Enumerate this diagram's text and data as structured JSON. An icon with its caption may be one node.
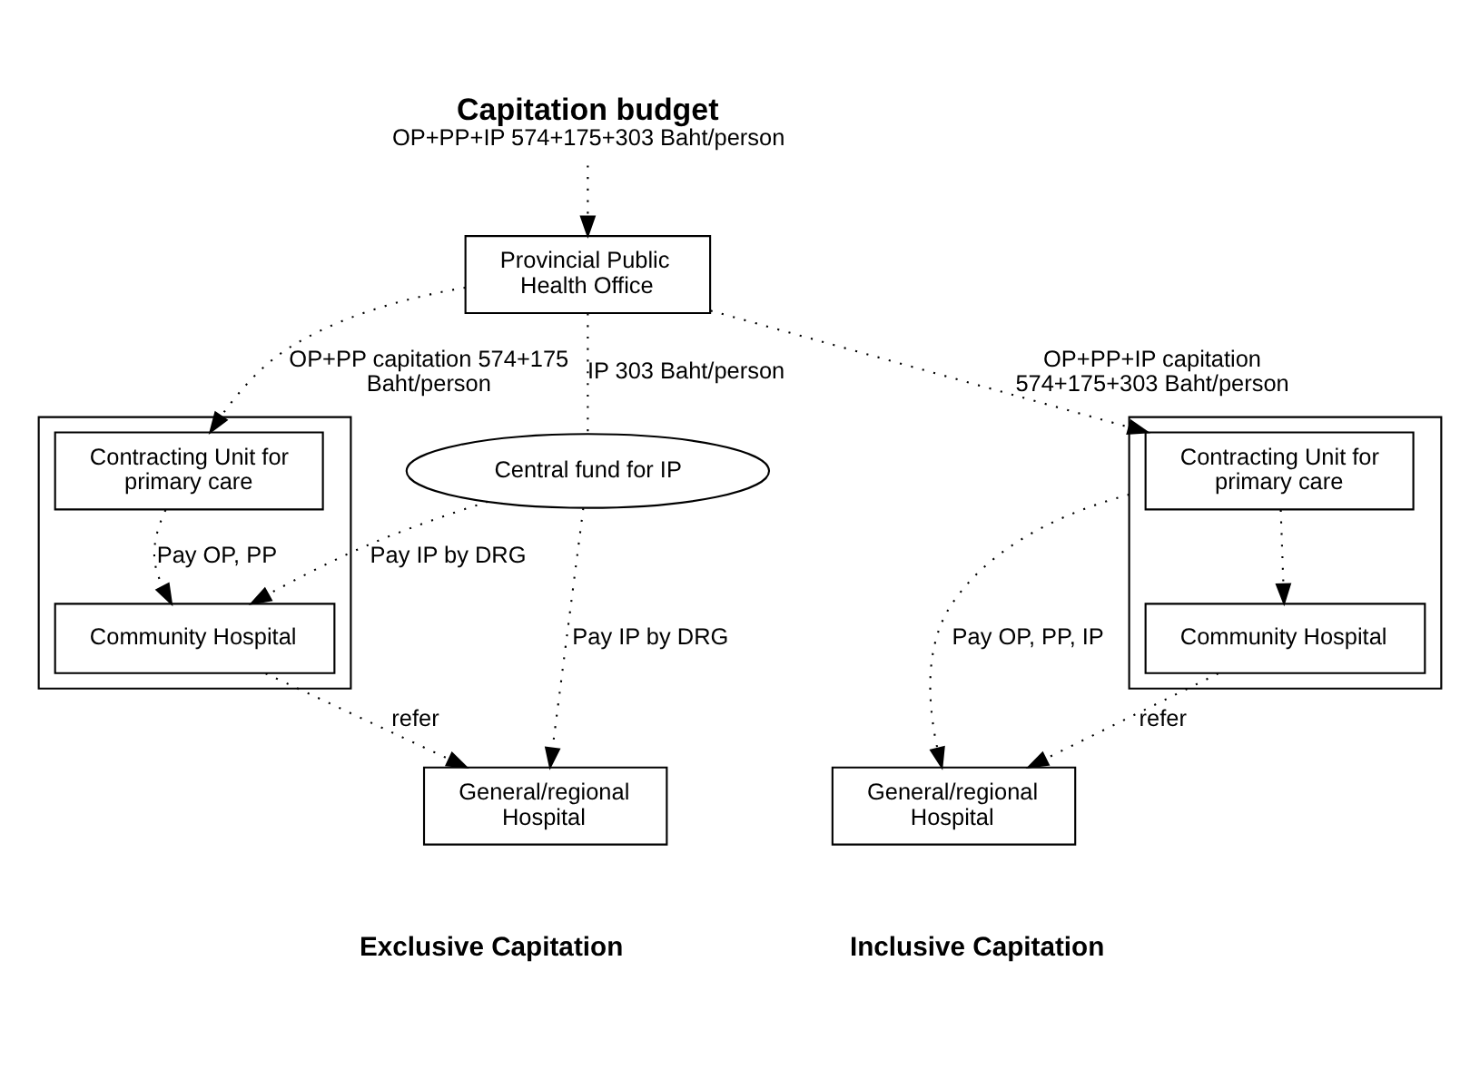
{
  "diagram": {
    "nodes": [
      {
        "text": [
          "Capitation budget",
          "OP+PP+IP 574+175+303 Baht/person"
        ]
      },
      {
        "text": [
          "Provincial Public Health Office"
        ]
      },
      {
        "text": [],
        "shape": "box"
      },
      {
        "text": [
          "Contracting Unit for primary care"
        ],
        "in": 2
      },
      {
        "text": [
          "Community Hospital"
        ],
        "in": 2
      },
      {
        "text": [
          "General/regional Hospital"
        ]
      },
      {
        "text": [
          "Central fund for IP"
        ]
      },
      {
        "text": [],
        "shape": "box"
      },
      {
        "text": [
          "Contracting Unit for primary care"
        ],
        "in": 7
      },
      {
        "text": [
          "Community Hospital"
        ],
        "in": 7
      },
      {
        "text": [
          "General/regional Hospital"
        ]
      }
    ],
    "edges": [
      {
        "from": 0,
        "to": 1,
        "arrow": "to"
      },
      {
        "from": 1,
        "to": 3,
        "arrow": "to",
        "label": "OP+PP capitation 574+175 Baht/person"
      },
      {
        "from": 1,
        "to": 8,
        "arrow": "to",
        "label": "OP+PP+IP capitation 574+175+303 Baht/person"
      },
      {
        "from": 1,
        "to": 6,
        "arrow": "none",
        "label": "IP 303 Baht/person"
      },
      {
        "from": 3,
        "to": 4,
        "arrow": "to",
        "label": "Pay OP, PP"
      },
      {
        "from": 6,
        "to": 4,
        "arrow": "to",
        "label": "Pay IP by DRG"
      },
      {
        "from": 4,
        "to": 5,
        "arrow": "to",
        "label": "refer"
      },
      {
        "from": 6,
        "to": 5,
        "arrow": "to",
        "label": "Pay IP by DRG"
      },
      {
        "from": 8,
        "to": 9,
        "arrow": "to"
      },
      {
        "from": 7,
        "to": 10,
        "arrow": "to",
        "label": "Pay OP, PP, IP"
      },
      {
        "from": 9,
        "to": 10,
        "arrow": "to",
        "label": "refer"
      }
    ],
    "labels": [
      "Exclusive Capitation",
      "Inclusive Capitation"
    ]
  }
}
